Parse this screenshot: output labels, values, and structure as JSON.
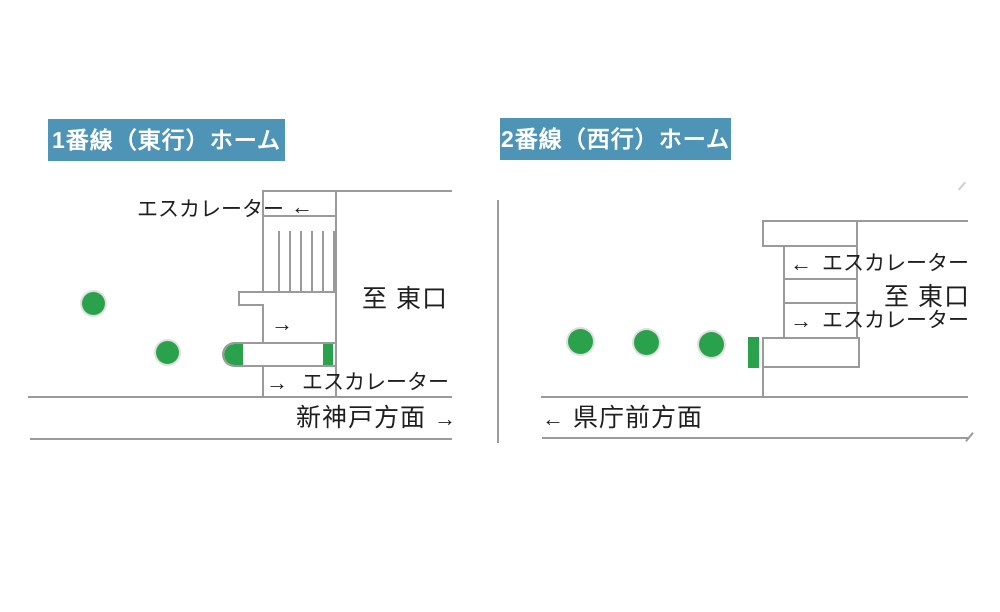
{
  "colors": {
    "header_bg": "#4e94b6",
    "header_text": "#ffffff",
    "line_gray": "#9a9a9a",
    "marker_green": "#2aa24c",
    "text": "#1f1f1f"
  },
  "panel1": {
    "title": "1番線（東行）ホーム",
    "escalator_top_label": "エスカレーター",
    "escalator_top_arrow": "←",
    "corridor_arrow": "→",
    "exit_label": "至 東口",
    "escalator_bottom_arrow": "→",
    "escalator_bottom_label": "エスカレーター",
    "direction_label": "新神戸方面",
    "direction_arrow": "→",
    "marker_count": 2
  },
  "panel2": {
    "title": "2番線（西行）ホーム",
    "escalator_up_arrow": "←",
    "escalator_up_label": "エスカレーター",
    "exit_label": "至 東口",
    "escalator_down_arrow": "→",
    "escalator_down_label": "エスカレーター",
    "direction_arrow": "←",
    "direction_label": "県庁前方面",
    "marker_count": 3
  }
}
